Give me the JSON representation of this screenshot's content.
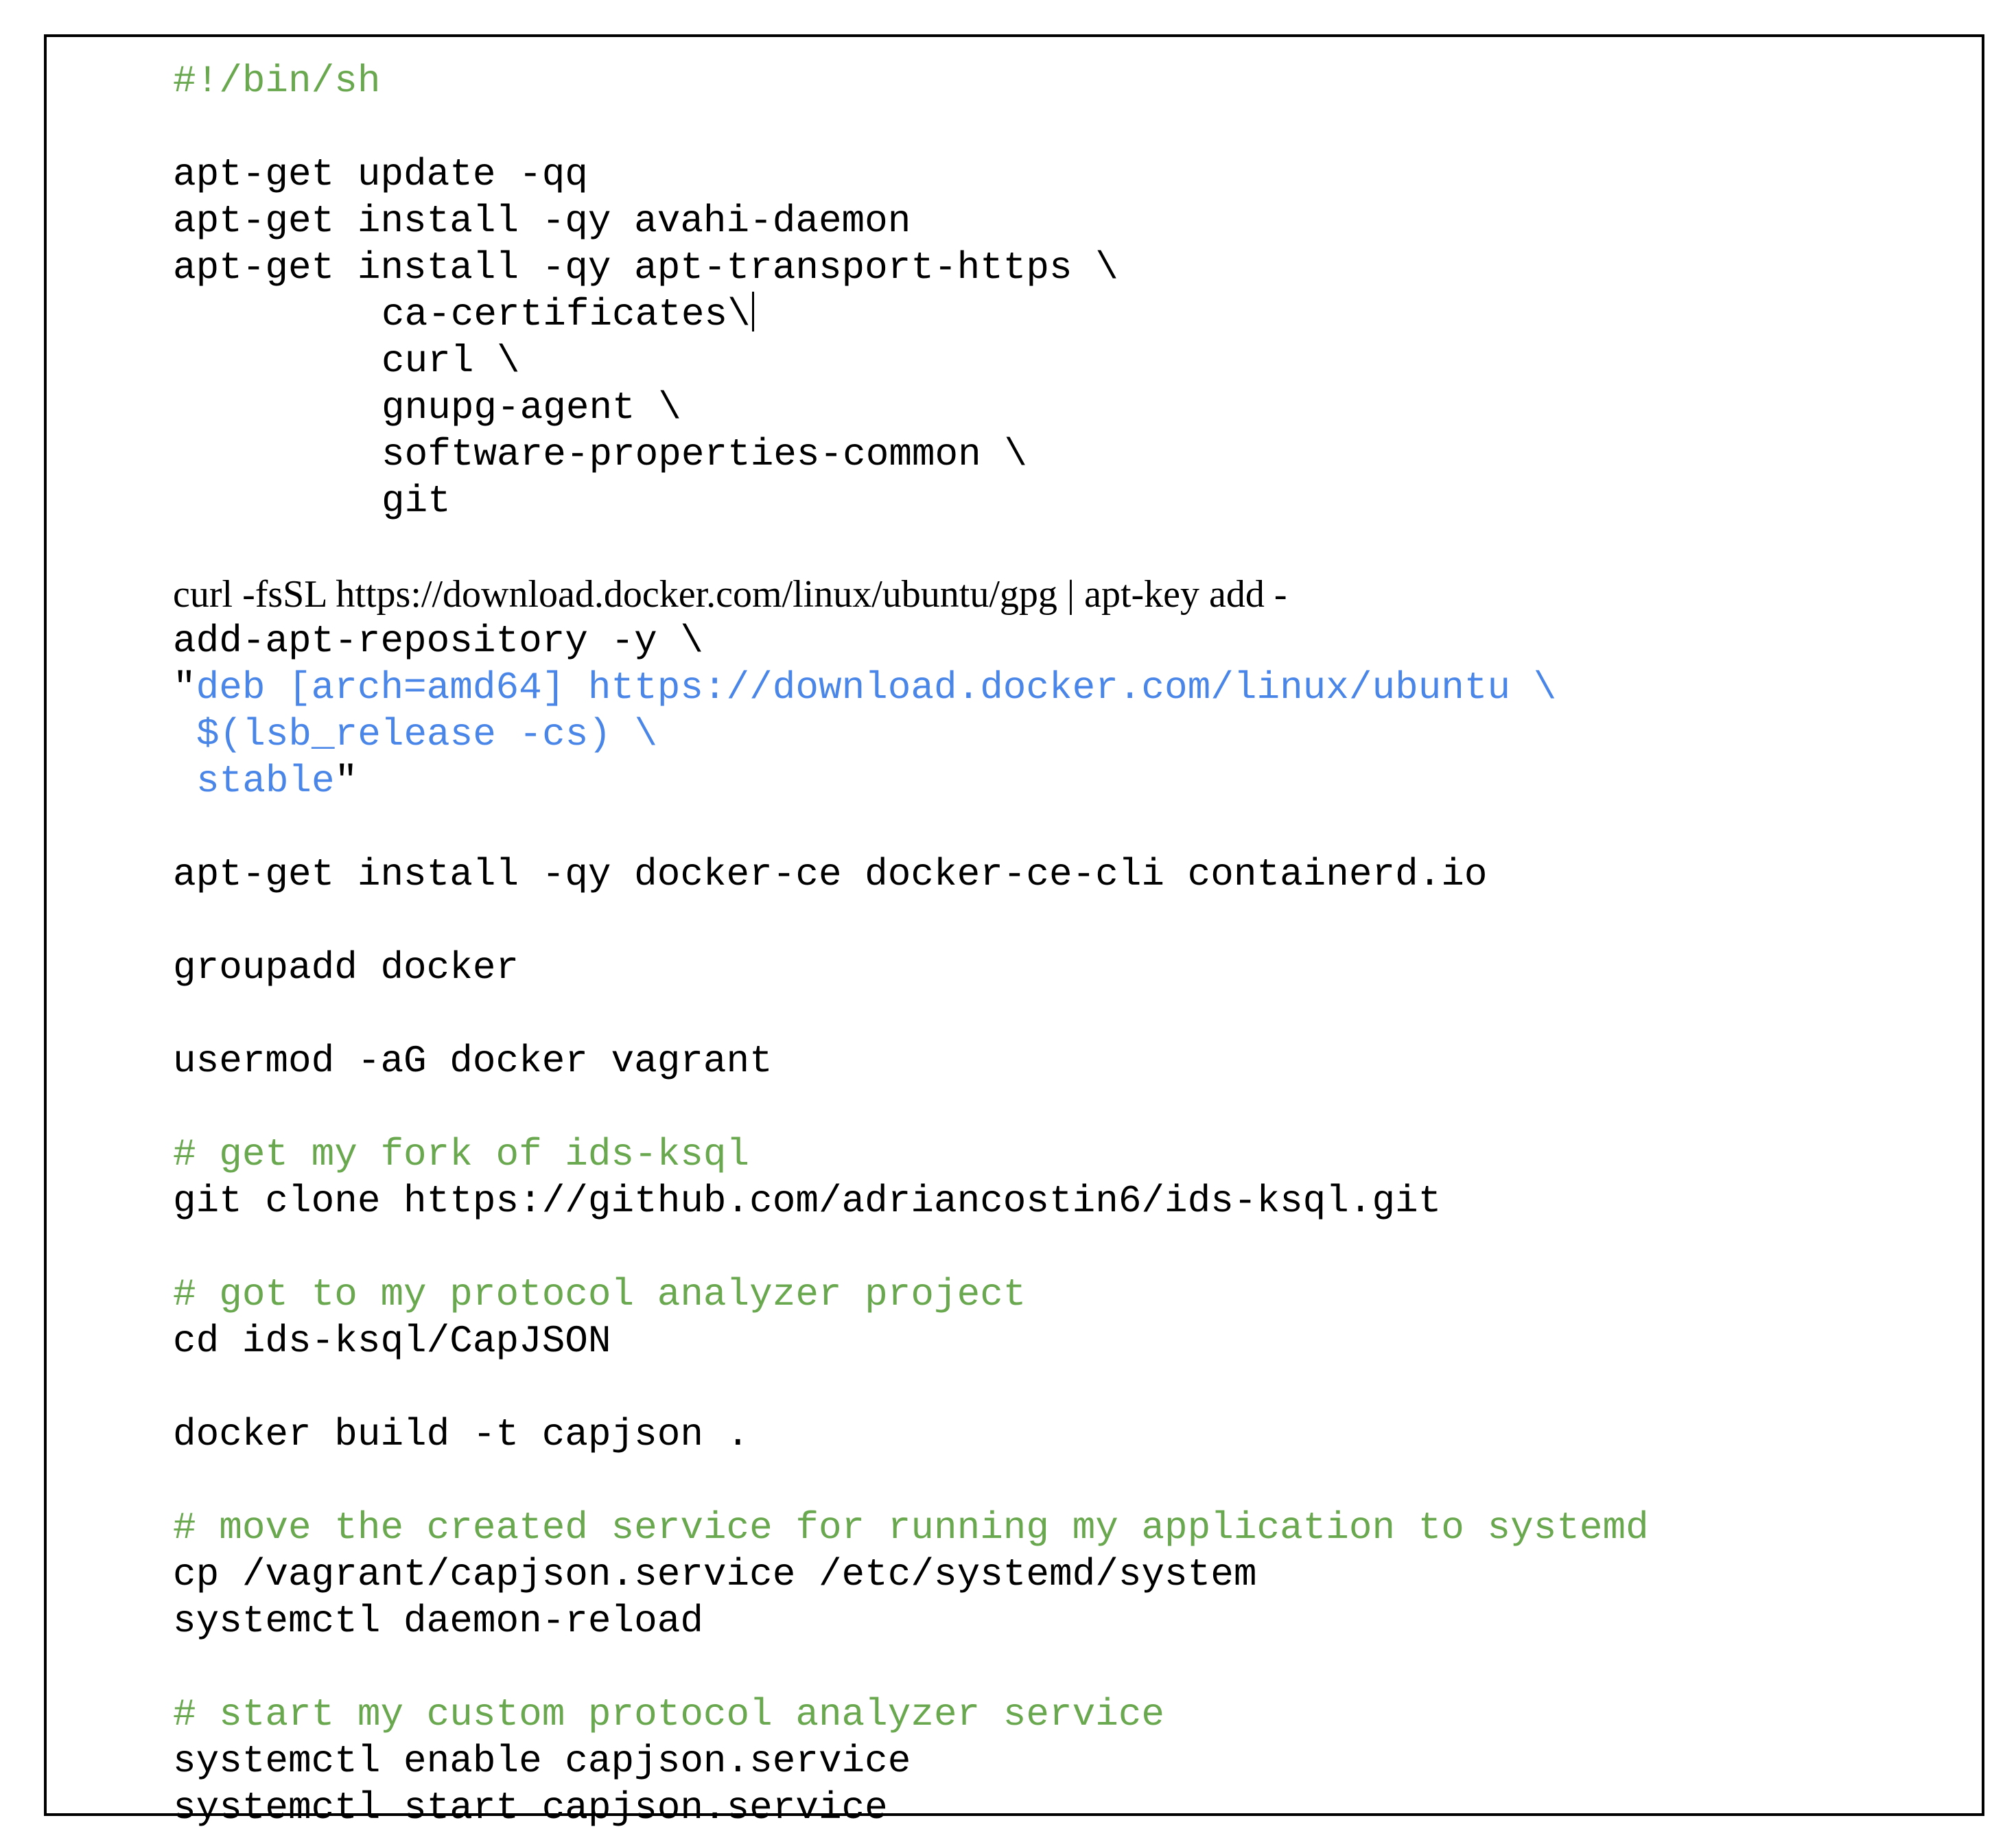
{
  "colors": {
    "comment": "#6aa84f",
    "string": "#4a86e8",
    "text": "#000000"
  },
  "script": {
    "lines": [
      "#!/bin/sh",
      "",
      "apt-get update -qq",
      "apt-get install -qy avahi-daemon",
      "apt-get install -qy apt-transport-https \\",
      "ca-certificates\\",
      "curl \\",
      "gnupg-agent \\",
      "software-properties-common \\",
      "git",
      "",
      "curl -fsSL https://download.docker.com/linux/ubuntu/gpg | apt-key add -",
      "add-apt-repository -y \\",
      "\"",
      "deb [arch=amd64] https://download.docker.com/linux/ubuntu \\",
      "$(lsb_release -cs) \\",
      "stable",
      "\"",
      "",
      "apt-get install -qy docker-ce docker-ce-cli containerd.io",
      "",
      "groupadd docker",
      "",
      "usermod -aG docker vagrant",
      "",
      "# get my fork of ids-ksql",
      "git clone https://github.com/adriancostin6/ids-ksql.git",
      "",
      "# got to my protocol analyzer project",
      "cd ids-ksql/CapJSON",
      "",
      "docker build -t capjson .",
      "",
      "# move the created service for running my application to systemd",
      "cp /vagrant/capjson.service /etc/systemd/system",
      "systemctl daemon-reload",
      "",
      "# start my custom protocol analyzer service",
      "systemctl enable capjson.service",
      "systemctl start capjson.service"
    ]
  }
}
